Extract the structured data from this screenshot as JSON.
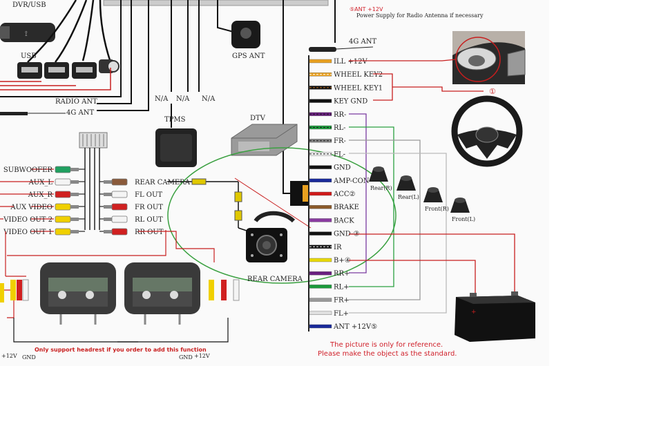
{
  "top": {
    "dvr_usb": "DVR/USB",
    "usb": "USB",
    "gps_ant": "GPS ANT",
    "radio_ant": "RADIO ANT",
    "ant4g_left": "4G ANT",
    "na": [
      "N/A",
      "N/A",
      "N/A"
    ],
    "tpms": "TPMS",
    "dtv": "DTV",
    "ant_note_title": "⑤ANT +12V",
    "ant_note_desc": "Power Supply for Radio Antenna if necessary",
    "ant4g_right": "4G ANT"
  },
  "rca_left": [
    "SUBWOOFER",
    "AUX_L",
    "AUX_R",
    "AUX VIDEO",
    "VIDEO OUT 2",
    "VIDEO OUT 1"
  ],
  "rca_right": [
    "REAR CAMERA",
    "FL OUT",
    "FR OUT",
    "RL OUT",
    "RR OUT"
  ],
  "rear_camera": "REAR CAMERA",
  "harness": [
    {
      "label": "ILL +12V",
      "color": "#e8a020"
    },
    {
      "label": "WHEEL KEY2",
      "color": "#e8a020",
      "stripe": "#ffffff"
    },
    {
      "label": "WHEEL KEY1",
      "color": "#111111",
      "stripe": "#c07020"
    },
    {
      "label": "KEY GND",
      "color": "#111111"
    },
    {
      "label": "RR-",
      "color": "#6a2080",
      "stripe": "#111111"
    },
    {
      "label": "RL-",
      "color": "#1a9a3a",
      "stripe": "#111111"
    },
    {
      "label": "FR-",
      "color": "#888888",
      "stripe": "#111111"
    },
    {
      "label": "FL-",
      "color": "#f0f0f0",
      "stripe": "#111111"
    },
    {
      "label": "GND",
      "color": "#111111"
    },
    {
      "label": "AMP-CON",
      "color": "#1a2a9a"
    },
    {
      "label": "ACC②",
      "color": "#d01a1a"
    },
    {
      "label": "BRAKE",
      "color": "#8a5a2a"
    },
    {
      "label": "BACK",
      "color": "#8a3aa0"
    },
    {
      "label": "GND-③",
      "color": "#111111"
    },
    {
      "label": "IR",
      "color": "#111111",
      "stripe": "#ffffff"
    },
    {
      "label": "B+④",
      "color": "#e8d800"
    },
    {
      "label": "RR+",
      "color": "#6a2080"
    },
    {
      "label": "RL+",
      "color": "#1a9a3a"
    },
    {
      "label": "FR+",
      "color": "#999999"
    },
    {
      "label": "FL+",
      "color": "#e0e0e0"
    },
    {
      "label": "ANT +12V⑤",
      "color": "#1a2a9a"
    }
  ],
  "speakers": [
    "Rear(R)",
    "Rear(L)",
    "Front(R)",
    "Front(L)"
  ],
  "marker_1": "①",
  "headrest": {
    "gnd_left": "GND",
    "v12_left": "+12V",
    "gnd_right": "GND",
    "v12_right": "+12V",
    "note": "Only support headrest if you order to add this function"
  },
  "reference_note": [
    "The picture is only for reference.",
    "Please make the object as the standard."
  ],
  "colors": {
    "wire_red": "#c81e1e",
    "wire_purple": "#7a3aa0",
    "wire_green": "#2aa040",
    "wire_gray": "#999999",
    "circle_green": "#3aa040",
    "rca_yellow": "#f0d000",
    "rca_red": "#d02020",
    "rca_white": "#f4f4f4",
    "rca_green": "#20a060",
    "rca_brown": "#8a5a3a"
  }
}
